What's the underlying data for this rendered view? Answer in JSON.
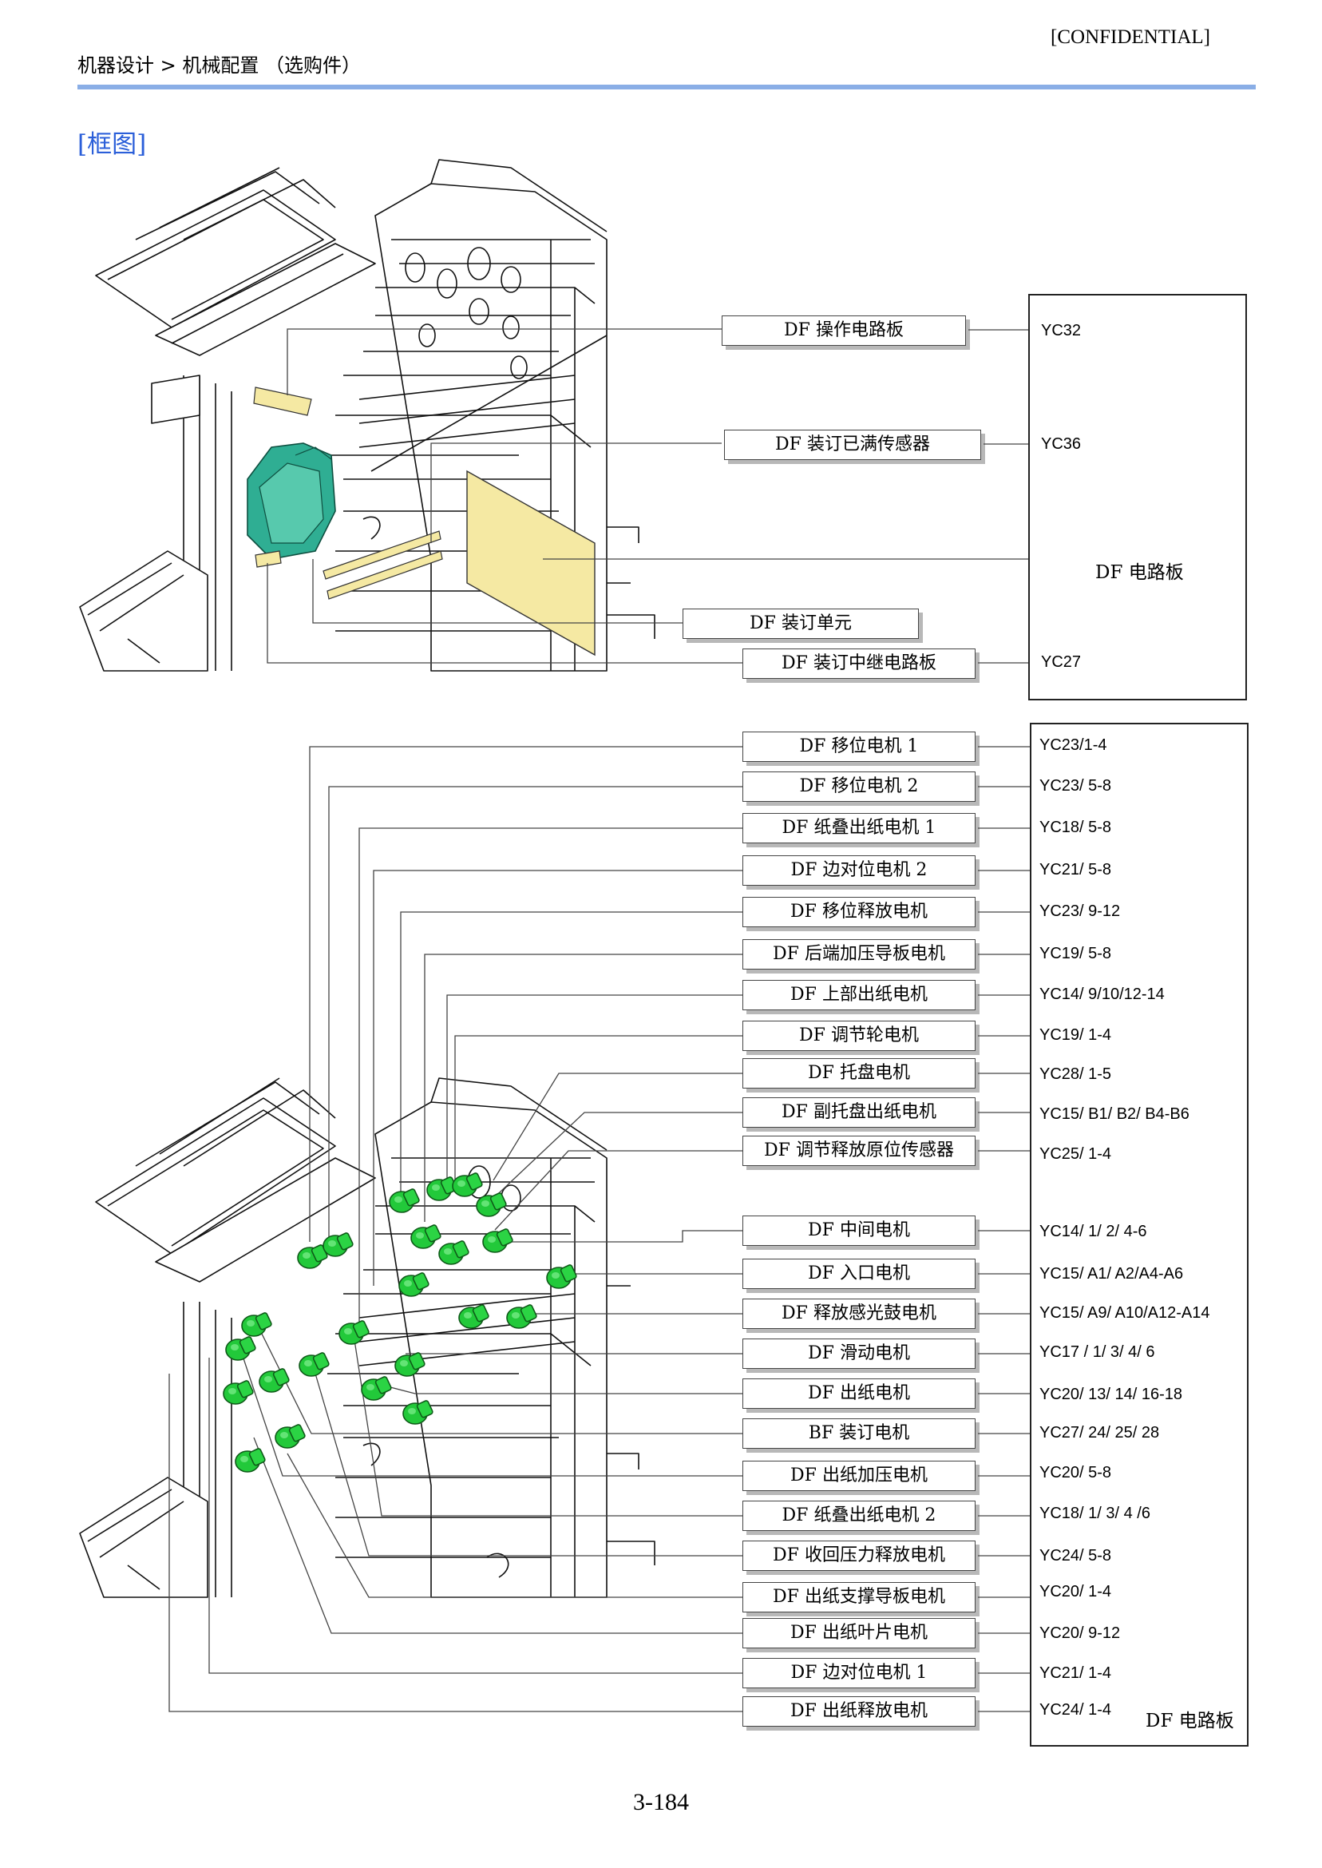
{
  "header": {
    "breadcrumb": "机器设计 > 机械配置 （选购件）",
    "confidential": "[CONFIDENTIAL]"
  },
  "section_title": "[框图]",
  "page_number": "3-184",
  "colors": {
    "rule": "#8aaee6",
    "title": "#2b5fd9",
    "component_green": "#22c93a",
    "pcb_yellow": "#f5e9a3",
    "stapler_teal": "#2fae93"
  },
  "top_diagram": {
    "board_label": "DF 电路板",
    "items": [
      {
        "label": "DF 操作电路板",
        "connector": "YC32"
      },
      {
        "label": "DF 装订已满传感器",
        "connector": "YC36"
      },
      {
        "label": "DF 装订单元",
        "connector": ""
      },
      {
        "label": "DF 装订中继电路板",
        "connector": "YC27"
      }
    ]
  },
  "bottom_diagram": {
    "board_label": "DF 电路板",
    "items": [
      {
        "label": "DF 移位电机 1",
        "connector": "YC23/1-4"
      },
      {
        "label": "DF 移位电机 2",
        "connector": "YC23/ 5-8"
      },
      {
        "label": "DF 纸叠出纸电机 1",
        "connector": "YC18/ 5-8"
      },
      {
        "label": "DF 边对位电机 2",
        "connector": "YC21/ 5-8"
      },
      {
        "label": "DF 移位释放电机",
        "connector": "YC23/ 9-12"
      },
      {
        "label": "DF 后端加压导板电机",
        "connector": "YC19/ 5-8"
      },
      {
        "label": "DF 上部出纸电机",
        "connector": "YC14/ 9/10/12-14"
      },
      {
        "label": "DF 调节轮电机",
        "connector": "YC19/ 1-4"
      },
      {
        "label": "DF 托盘电机",
        "connector": "YC28/ 1-5"
      },
      {
        "label": "DF 副托盘出纸电机",
        "connector": "YC15/ B1/ B2/ B4-B6"
      },
      {
        "label": "DF 调节释放原位传感器",
        "connector": "YC25/ 1-4"
      },
      {
        "label": "DF 中间电机",
        "connector": "YC14/ 1/ 2/ 4-6"
      },
      {
        "label": "DF 入口电机",
        "connector": "YC15/ A1/ A2/A4-A6"
      },
      {
        "label": "DF 释放感光鼓电机",
        "connector": "YC15/ A9/ A10/A12-A14"
      },
      {
        "label": "DF 滑动电机",
        "connector": "YC17 / 1/ 3/ 4/ 6"
      },
      {
        "label": "DF 出纸电机",
        "connector": "YC20/ 13/ 14/ 16-18"
      },
      {
        "label": "BF 装订电机",
        "connector": "YC27/ 24/ 25/ 28"
      },
      {
        "label": "DF 出纸加压电机",
        "connector": "YC20/ 5-8"
      },
      {
        "label": "DF 纸叠出纸电机 2",
        "connector": "YC18/ 1/ 3/ 4 /6"
      },
      {
        "label": "DF 收回压力释放电机",
        "connector": "YC24/ 5-8"
      },
      {
        "label": "DF 出纸支撑导板电机",
        "connector": "YC20/ 1-4"
      },
      {
        "label": "DF 出纸叶片电机",
        "connector": "YC20/ 9-12"
      },
      {
        "label": "DF 边对位电机 1",
        "connector": "YC21/ 1-4"
      },
      {
        "label": "DF 出纸释放电机",
        "connector": "YC24/ 1-4"
      }
    ]
  }
}
